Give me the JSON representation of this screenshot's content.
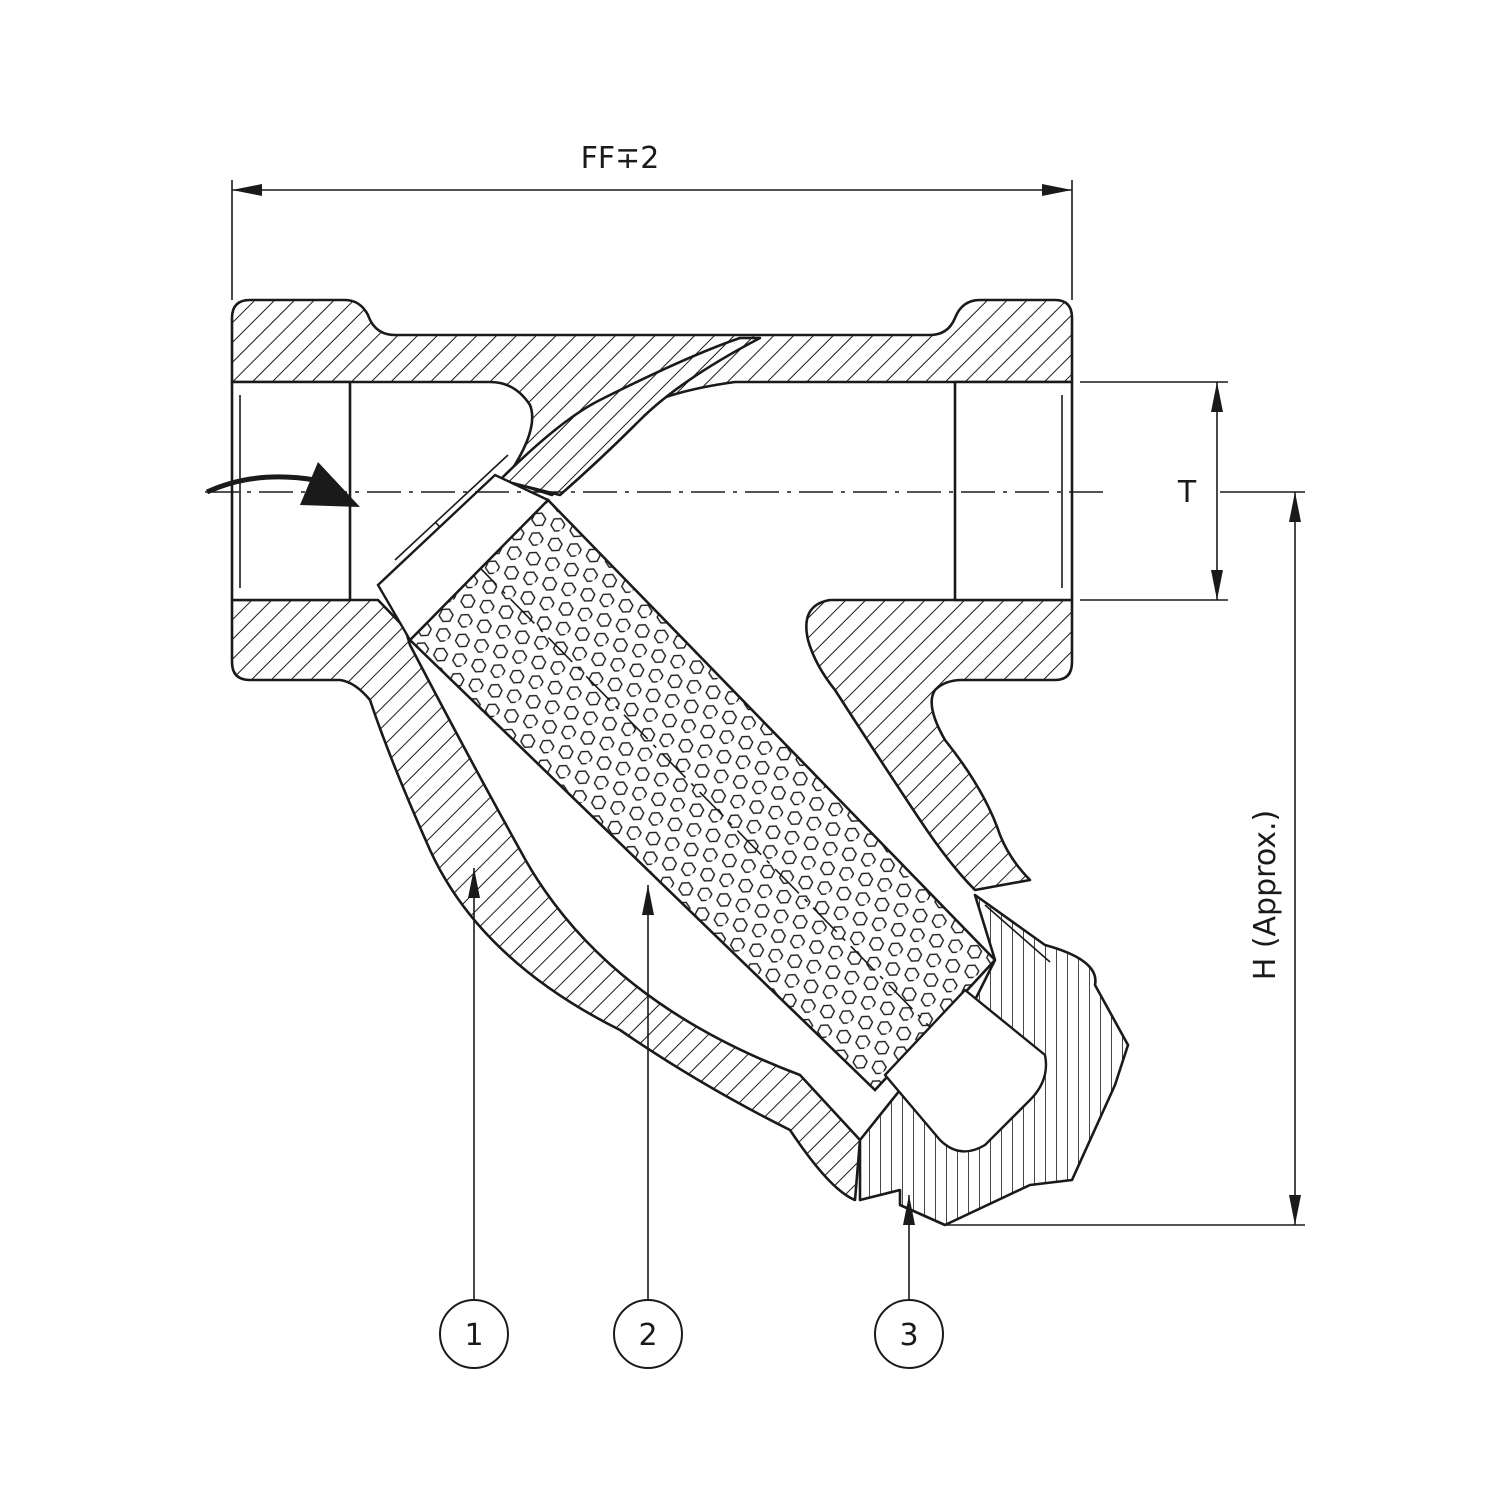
{
  "dimensions": {
    "face_to_face": "FF∓2",
    "thread": "T",
    "height": "H (Approx.)"
  },
  "callouts": [
    {
      "id": "1"
    },
    {
      "id": "2"
    },
    {
      "id": "3"
    }
  ],
  "colors": {
    "line": "#1a1a1a",
    "background": "#ffffff"
  }
}
